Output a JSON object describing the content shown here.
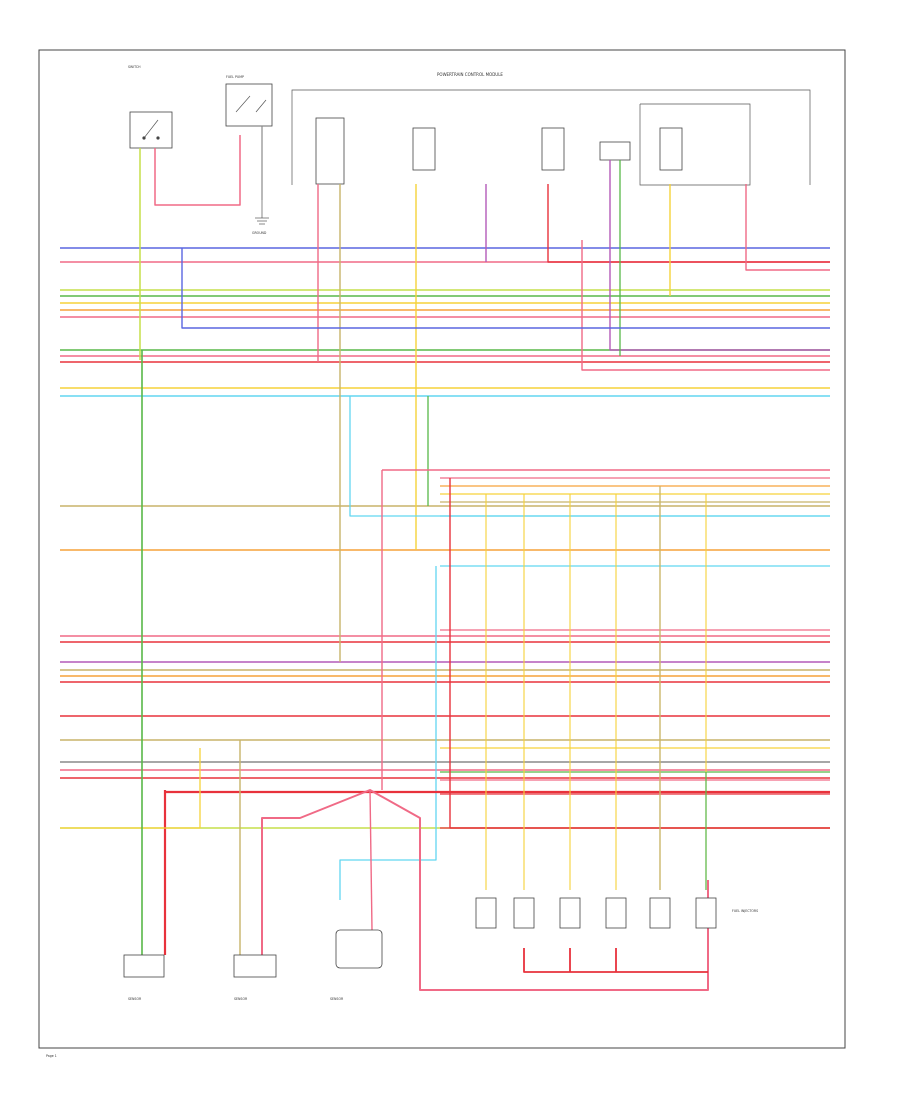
{
  "diagram": {
    "page_label": "Page 1",
    "colors": {
      "pink": "#f06a86",
      "red": "#e8323c",
      "green": "#58b848",
      "lime": "#c6df4a",
      "yellow": "#f6d23a",
      "orange": "#f6a23a",
      "blue": "#5a66e0",
      "cyan": "#62d6f0",
      "tan": "#c8b46a",
      "violet": "#b45ab8",
      "gray": "#8a8a8a"
    },
    "components": {
      "top_left_switch": "SWITCH",
      "top_fuel_pump": "FUEL PUMP",
      "ground_label": "GROUND",
      "top_module": "POWERTRAIN CONTROL MODULE",
      "injector_group": "FUEL INJECTORS",
      "bottom_sensor_a": "SENSOR",
      "bottom_sensor_b": "SENSOR",
      "bottom_sensor_c": "SENSOR"
    }
  }
}
